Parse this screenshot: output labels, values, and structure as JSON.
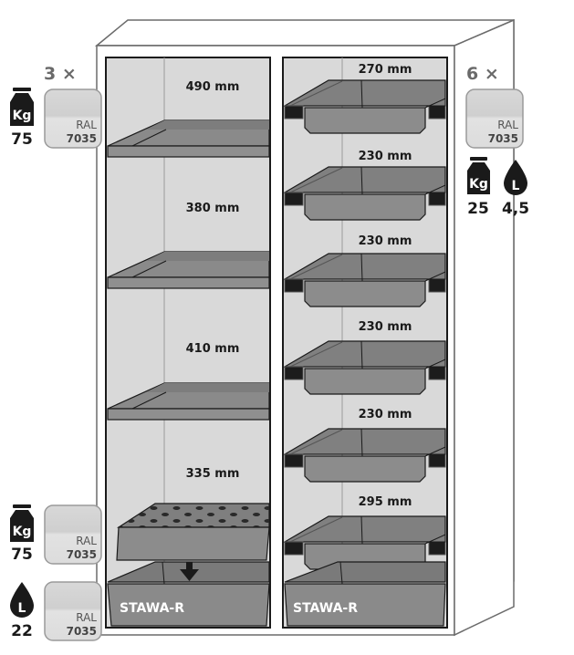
{
  "cabinet": {
    "left_compartment": {
      "shelf_count_label": "3 ×",
      "shelf_load": {
        "icon": "weight-kg-icon",
        "icon_text": "Kg",
        "value": "75"
      },
      "shelf_color": {
        "code_label": "RAL",
        "code": "7035"
      },
      "heights": [
        "490 mm",
        "380 mm",
        "410 mm",
        "335 mm"
      ],
      "sump": {
        "label": "STAWA-R"
      },
      "grate_load": {
        "icon": "weight-kg-icon",
        "icon_text": "Kg",
        "value": "75"
      },
      "grate_color": {
        "code_label": "RAL",
        "code": "7035"
      },
      "sump_volume": {
        "icon": "liquid-drop-icon",
        "icon_text": "L",
        "value": "22"
      },
      "sump_color": {
        "code_label": "RAL",
        "code": "7035"
      }
    },
    "right_compartment": {
      "drawer_count_label": "6 ×",
      "drawer_color": {
        "code_label": "RAL",
        "code": "7035"
      },
      "drawer_load": {
        "icon": "weight-kg-icon",
        "icon_text": "Kg",
        "value": "25"
      },
      "drawer_volume": {
        "icon": "liquid-drop-icon",
        "icon_text": "L",
        "value": "4,5"
      },
      "heights": [
        "270 mm",
        "230 mm",
        "230 mm",
        "230 mm",
        "230 mm",
        "295 mm"
      ],
      "sump": {
        "label": "STAWA-R"
      }
    }
  }
}
